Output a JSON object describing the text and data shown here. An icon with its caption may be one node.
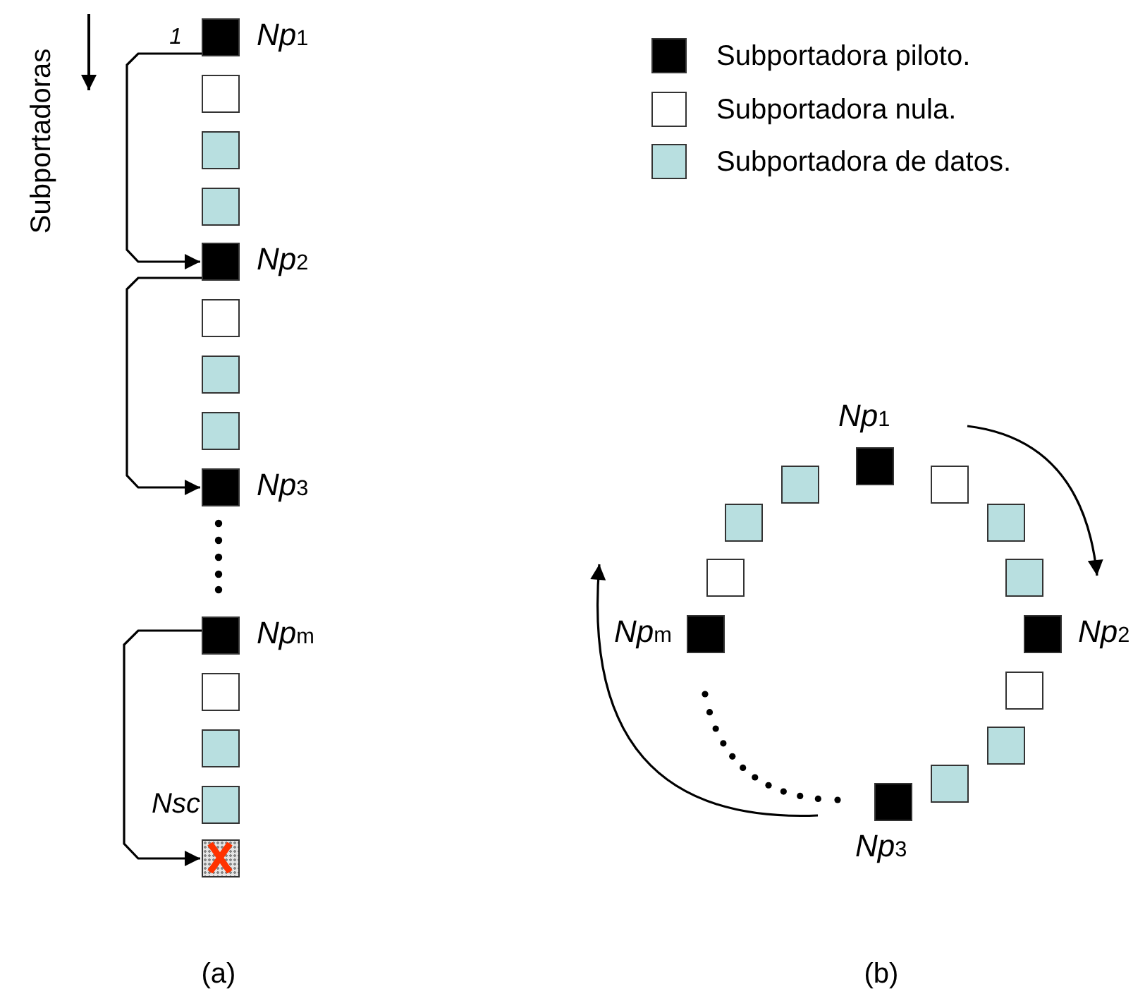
{
  "diagram": {
    "nodes": [
      {
        "text": [],
        "shape": "box",
        "beside": [
          "1",
          "Np$_{1}$"
        ]
      },
      {
        "text": [],
        "shape": "box"
      },
      {
        "text": [],
        "shape": "box"
      },
      {
        "text": [],
        "shape": "box"
      },
      {
        "text": [],
        "shape": "box",
        "beside": [
          "Np$_{2}$"
        ]
      },
      {
        "text": [],
        "shape": "box"
      },
      {
        "text": [],
        "shape": "box"
      },
      {
        "text": [],
        "shape": "box"
      },
      {
        "text": [],
        "shape": "box",
        "beside": [
          "Np$_{3}$"
        ]
      },
      {
        "text": [],
        "shape": "box",
        "beside": [
          "Np$_{m}$"
        ]
      },
      {
        "text": [],
        "shape": "box"
      },
      {
        "text": [],
        "shape": "box"
      },
      {
        "text": [],
        "shape": "box",
        "beside": [
          "Nsc"
        ]
      },
      {
        "text": [],
        "shape": "box"
      },
      {
        "text": [],
        "shape": "box",
        "beside": [
          "Np$_{1}$"
        ]
      },
      {
        "text": [],
        "shape": "box"
      },
      {
        "text": [],
        "shape": "box"
      },
      {
        "text": [],
        "shape": "box"
      },
      {
        "text": [],
        "shape": "box",
        "beside": [
          "Np$_{2}$"
        ]
      },
      {
        "text": [],
        "shape": "box"
      },
      {
        "text": [],
        "shape": "box"
      },
      {
        "text": [],
        "shape": "box"
      },
      {
        "text": [],
        "shape": "box",
        "beside": [
          "Np$_{3}$"
        ]
      },
      {
        "text": [],
        "shape": "box",
        "beside": [
          "Np$_{m}$"
        ]
      },
      {
        "text": [],
        "shape": "box"
      },
      {
        "text": [],
        "shape": "box"
      },
      {
        "text": [],
        "shape": "box"
      }
    ],
    "edges": [
      {
        "from": 0,
        "to": 4,
        "arrow": "to"
      },
      {
        "from": 4,
        "to": 8,
        "arrow": "to"
      },
      {
        "from": 9,
        "to": 13,
        "arrow": "to"
      }
    ],
    "labels": [
      "Subportadoras",
      "(a)",
      "(b)"
    ],
    "legend": [
      {
        "text": "Subportadora piloto.",
        "color": "#000000"
      },
      {
        "text": "Subportadora nula.",
        "color": "#ffffff"
      },
      {
        "text": "Subportadora de datos.",
        "color": "#b8dfe0"
      }
    ]
  }
}
